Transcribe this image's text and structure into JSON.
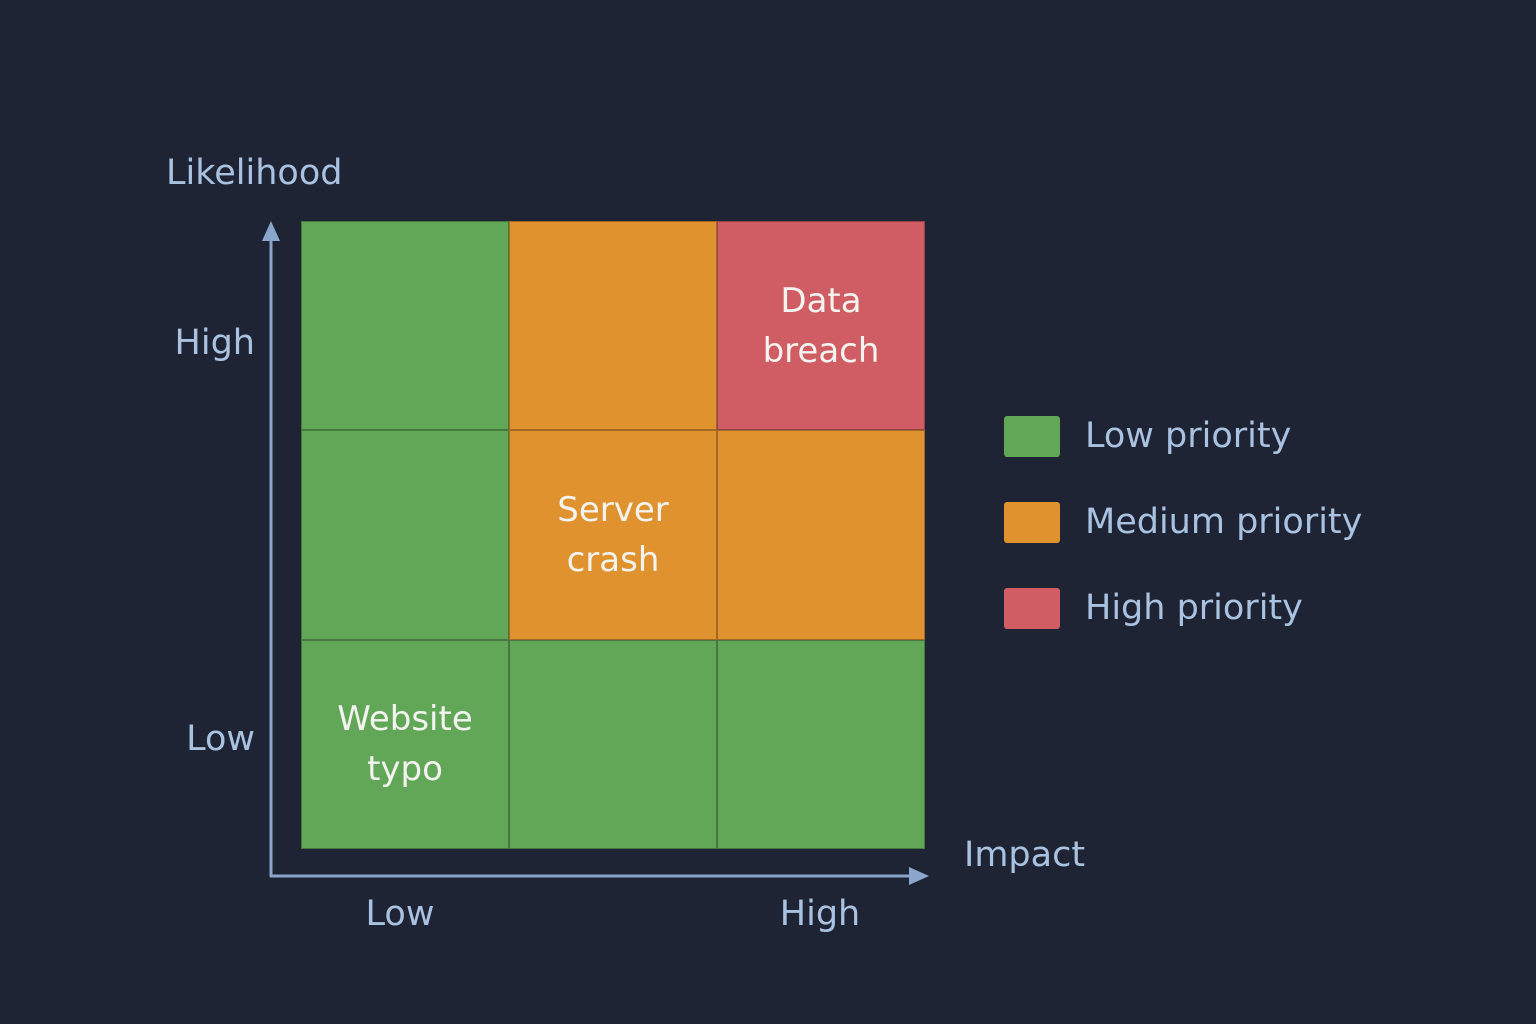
{
  "y_axis": {
    "title": "Likelihood",
    "high": "High",
    "low": "Low"
  },
  "x_axis": {
    "title": "Impact",
    "low": "Low",
    "high": "High"
  },
  "colors": {
    "low": "#62a758",
    "medium": "#e0922f",
    "high": "#d05d63",
    "axis": "#8aa6cc"
  },
  "matrix": {
    "rows": [
      [
        {
          "level": "low",
          "label": ""
        },
        {
          "level": "medium",
          "label": ""
        },
        {
          "level": "high",
          "label": "Data breach"
        }
      ],
      [
        {
          "level": "low",
          "label": ""
        },
        {
          "level": "medium",
          "label": "Server crash"
        },
        {
          "level": "medium",
          "label": ""
        }
      ],
      [
        {
          "level": "low",
          "label": "Website typo"
        },
        {
          "level": "low",
          "label": ""
        },
        {
          "level": "low",
          "label": ""
        }
      ]
    ]
  },
  "legend": [
    {
      "level": "low",
      "label": "Low priority"
    },
    {
      "level": "medium",
      "label": "Medium priority"
    },
    {
      "level": "high",
      "label": "High priority"
    }
  ]
}
